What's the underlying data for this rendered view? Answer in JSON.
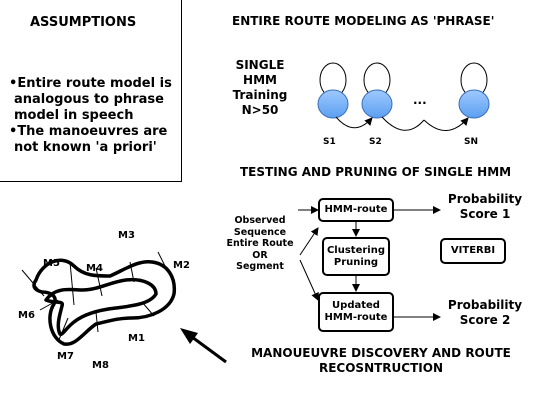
{
  "assumptions": {
    "title": "ASSUMPTIONS",
    "bullets": [
      "Entire route model is analogous to phrase model in speech",
      "The manoeuvres are not known 'a priori'"
    ]
  },
  "phrase_section": {
    "title": "ENTIRE ROUTE MODELING AS 'PHRASE'",
    "training_lines": [
      "SINGLE",
      "HMM",
      "Training",
      "N>50"
    ],
    "states": [
      "S1",
      "S2",
      "SN"
    ],
    "ellipsis": "..."
  },
  "testing_section": {
    "title": "TESTING AND PRUNING OF SINGLE HMM",
    "observed_lines": [
      "Observed",
      "Sequence",
      "Entire Route",
      "OR",
      "Segment"
    ],
    "box_hmm_route": "HMM-route",
    "box_clustering_lines": [
      "Clustering",
      "Pruning"
    ],
    "box_updated_lines": [
      "Updated",
      "HMM-route"
    ],
    "prob_score_1_lines": [
      "Probability",
      "Score 1"
    ],
    "prob_score_2_lines": [
      "Probability",
      "Score 2"
    ],
    "viterbi": "VITERBI"
  },
  "route_map": {
    "manoeuvres": [
      "M1",
      "M2",
      "M3",
      "M4",
      "M5",
      "M6",
      "M7",
      "M8"
    ]
  },
  "discovery": {
    "lines": [
      "MANOUEUVRE DISCOVERY AND ROUTE",
      "RECOSNTRUCTION"
    ]
  }
}
